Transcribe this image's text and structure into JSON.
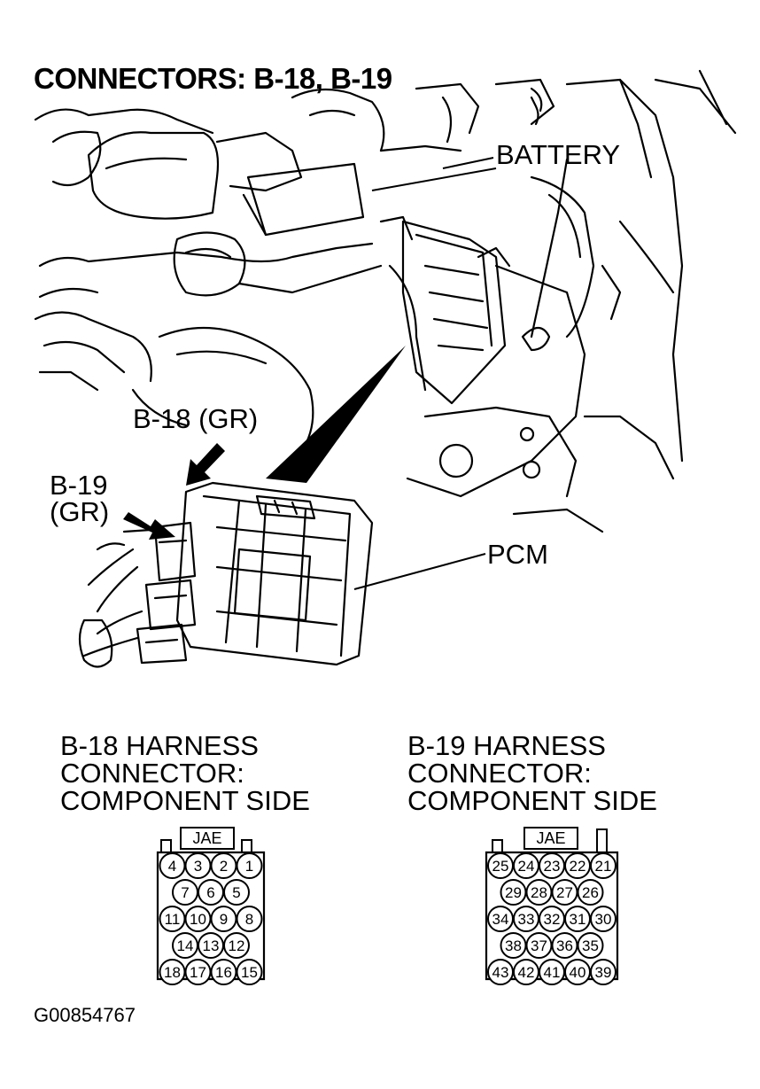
{
  "title": "CONNECTORS: B-18, B-19",
  "labels": {
    "battery": "BATTERY",
    "b18": "B-18 (GR)",
    "b19_line1": "B-19",
    "b19_line2": "(GR)",
    "pcm": "PCM"
  },
  "b18_connector": {
    "caption": [
      "B-18 HARNESS",
      "CONNECTOR:",
      "COMPONENT SIDE"
    ],
    "tag": "JAE",
    "rows": [
      [
        "4",
        "3",
        "2",
        "1"
      ],
      [
        "7",
        "6",
        "5"
      ],
      [
        "11",
        "10",
        "9",
        "8"
      ],
      [
        "14",
        "13",
        "12"
      ],
      [
        "18",
        "17",
        "16",
        "15"
      ]
    ]
  },
  "b19_connector": {
    "caption": [
      "B-19 HARNESS",
      "CONNECTOR:",
      "COMPONENT SIDE"
    ],
    "tag": "JAE",
    "rows": [
      [
        "25",
        "24",
        "23",
        "22",
        "21"
      ],
      [
        "29",
        "28",
        "27",
        "26"
      ],
      [
        "34",
        "33",
        "32",
        "31",
        "30"
      ],
      [
        "38",
        "37",
        "36",
        "35"
      ],
      [
        "43",
        "42",
        "41",
        "40",
        "39"
      ]
    ]
  },
  "figure_id": "G00854767"
}
